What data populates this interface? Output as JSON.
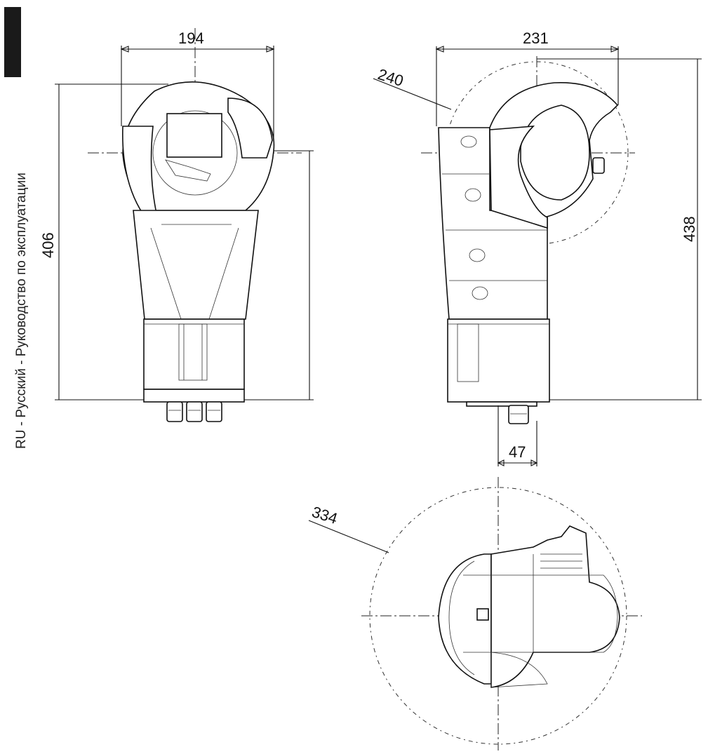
{
  "sidebar": {
    "label": "RU - Русский - Руководство по эксплуатации"
  },
  "dimensions": {
    "front_width": "194",
    "front_height": "406",
    "side_width": "231",
    "side_sweep_diameter": "240",
    "side_height": "438",
    "offset": "47",
    "top_sweep_diameter": "334"
  },
  "colors": {
    "line": "#111111",
    "tab": "#1a1a1a"
  }
}
